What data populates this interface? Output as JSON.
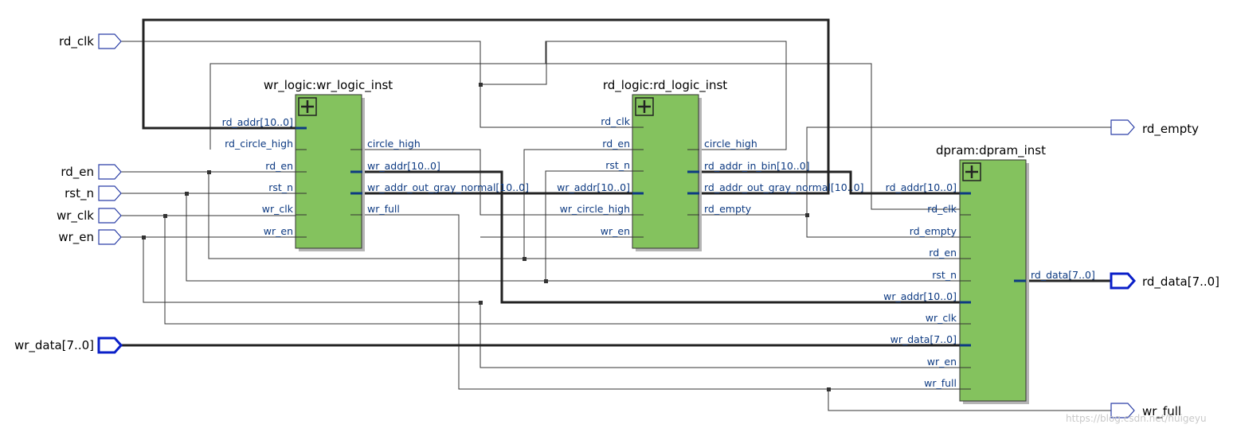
{
  "top_inputs": [
    {
      "id": "rd_clk",
      "label": "rd_clk",
      "bus": false
    },
    {
      "id": "rd_en",
      "label": "rd_en",
      "bus": false
    },
    {
      "id": "rst_n",
      "label": "rst_n",
      "bus": false
    },
    {
      "id": "wr_clk",
      "label": "wr_clk",
      "bus": false
    },
    {
      "id": "wr_en",
      "label": "wr_en",
      "bus": false
    },
    {
      "id": "wr_data",
      "label": "wr_data[7..0]",
      "bus": true
    }
  ],
  "top_outputs": [
    {
      "id": "rd_empty",
      "label": "rd_empty",
      "bus": false
    },
    {
      "id": "rd_data",
      "label": "rd_data[7..0]",
      "bus": true
    },
    {
      "id": "wr_full",
      "label": "wr_full",
      "bus": false
    }
  ],
  "blocks": [
    {
      "id": "wr_logic",
      "title": "wr_logic:wr_logic_inst",
      "inputs": [
        {
          "label": "rd_addr[10..0]",
          "bus": true
        },
        {
          "label": "rd_circle_high",
          "bus": false
        },
        {
          "label": "rd_en",
          "bus": false
        },
        {
          "label": "rst_n",
          "bus": false
        },
        {
          "label": "wr_clk",
          "bus": false
        },
        {
          "label": "wr_en",
          "bus": false
        }
      ],
      "outputs": [
        {
          "label": "circle_high",
          "bus": false
        },
        {
          "label": "wr_addr[10..0]",
          "bus": true
        },
        {
          "label": "wr_addr_out_gray_normal[10..0]",
          "bus": true
        },
        {
          "label": "wr_full",
          "bus": false
        }
      ]
    },
    {
      "id": "rd_logic",
      "title": "rd_logic:rd_logic_inst",
      "inputs": [
        {
          "label": "rd_clk",
          "bus": false
        },
        {
          "label": "rd_en",
          "bus": false
        },
        {
          "label": "rst_n",
          "bus": false
        },
        {
          "label": "wr_addr[10..0]",
          "bus": true
        },
        {
          "label": "wr_circle_high",
          "bus": false
        },
        {
          "label": "wr_en",
          "bus": false
        }
      ],
      "outputs": [
        {
          "label": "circle_high",
          "bus": false
        },
        {
          "label": "rd_addr_in_bin[10..0]",
          "bus": true
        },
        {
          "label": "rd_addr_out_gray_normal[10..0]",
          "bus": true
        },
        {
          "label": "rd_empty",
          "bus": false
        }
      ]
    },
    {
      "id": "dpram",
      "title": "dpram:dpram_inst",
      "inputs": [
        {
          "label": "rd_addr[10..0]",
          "bus": true
        },
        {
          "label": "rd_clk",
          "bus": false
        },
        {
          "label": "rd_empty",
          "bus": false
        },
        {
          "label": "rd_en",
          "bus": false
        },
        {
          "label": "rst_n",
          "bus": false
        },
        {
          "label": "wr_addr[10..0]",
          "bus": true
        },
        {
          "label": "wr_clk",
          "bus": false
        },
        {
          "label": "wr_data[7..0]",
          "bus": true
        },
        {
          "label": "wr_en",
          "bus": false
        },
        {
          "label": "wr_full",
          "bus": false
        }
      ],
      "outputs": [
        {
          "label": "rd_data[7..0]",
          "bus": true
        }
      ]
    }
  ],
  "colors": {
    "block_fill": "#84c25e",
    "block_stroke": "#333333",
    "pin_label": "#0d3a82",
    "bus_port": "#0a1fc8",
    "single_port": "#2b3fa6",
    "wire": "#333333"
  },
  "watermark": "https://blog.csdn.net/huigeyu"
}
